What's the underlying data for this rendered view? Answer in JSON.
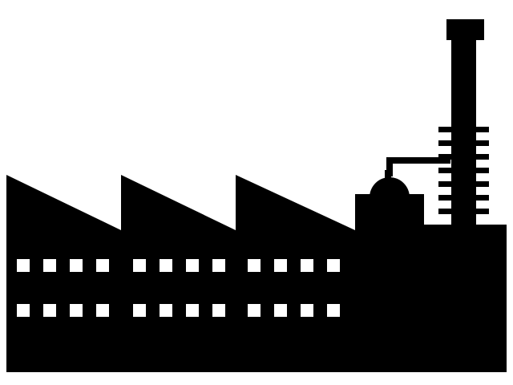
{
  "illustration": {
    "subject": "factory-silhouette-icon",
    "fill_color": "#000000",
    "background_color": "#ffffff",
    "window_color": "#ffffff",
    "roof_teeth_count": 3,
    "window_rows": 2,
    "windows_per_group": 4,
    "window_groups": 3,
    "chimney_ring_count": 7
  }
}
